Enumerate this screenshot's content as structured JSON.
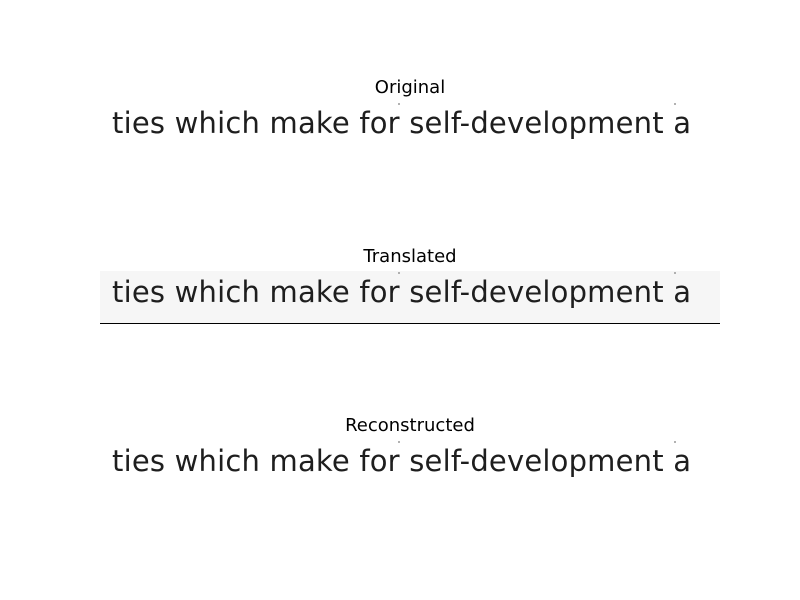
{
  "panels": [
    {
      "title": "Original",
      "text": "ties which make for self-development a"
    },
    {
      "title": "Translated",
      "text": "ties which make for self-development a"
    },
    {
      "title": "Reconstructed",
      "text": "ties which make for self-development a"
    }
  ]
}
